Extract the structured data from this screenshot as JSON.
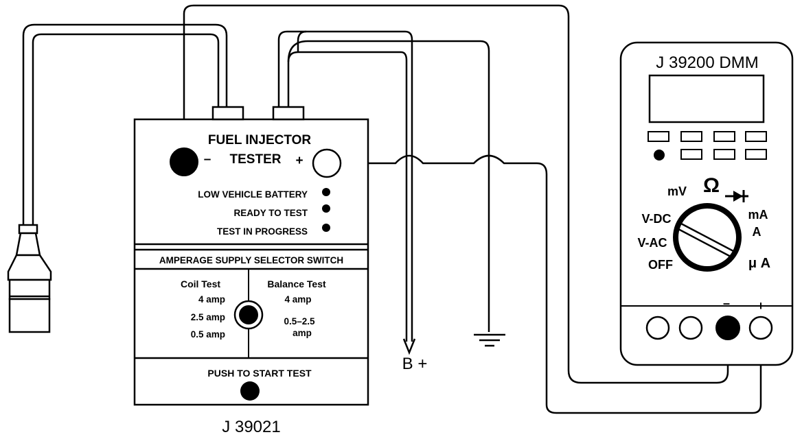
{
  "tester": {
    "title_line1": "FUEL INJECTOR",
    "title_line2": "TESTER",
    "minus": "–",
    "plus": "+",
    "indicators": [
      "LOW VEHICLE BATTERY",
      "READY TO TEST",
      "TEST IN PROGRESS"
    ],
    "selector_header": "AMPERAGE SUPPLY SELECTOR SWITCH",
    "coil_test": {
      "title": "Coil Test",
      "values": [
        "4 amp",
        "2.5 amp",
        "0.5 amp"
      ]
    },
    "balance_test": {
      "title": "Balance Test",
      "value1": "4 amp",
      "value2_line1": "0.5–2.5",
      "value2_line2": "amp"
    },
    "push_label": "PUSH TO START TEST",
    "model": "J 39021"
  },
  "battery_label": "B +",
  "dmm": {
    "title": "J 39200 DMM",
    "mv": "mV",
    "ohm": "Ω",
    "vdc": "V-DC",
    "vac": "V-AC",
    "off": "OFF",
    "ma": "mA",
    "a": "A",
    "ua": "μ A",
    "minus": "–",
    "plus": "+"
  }
}
